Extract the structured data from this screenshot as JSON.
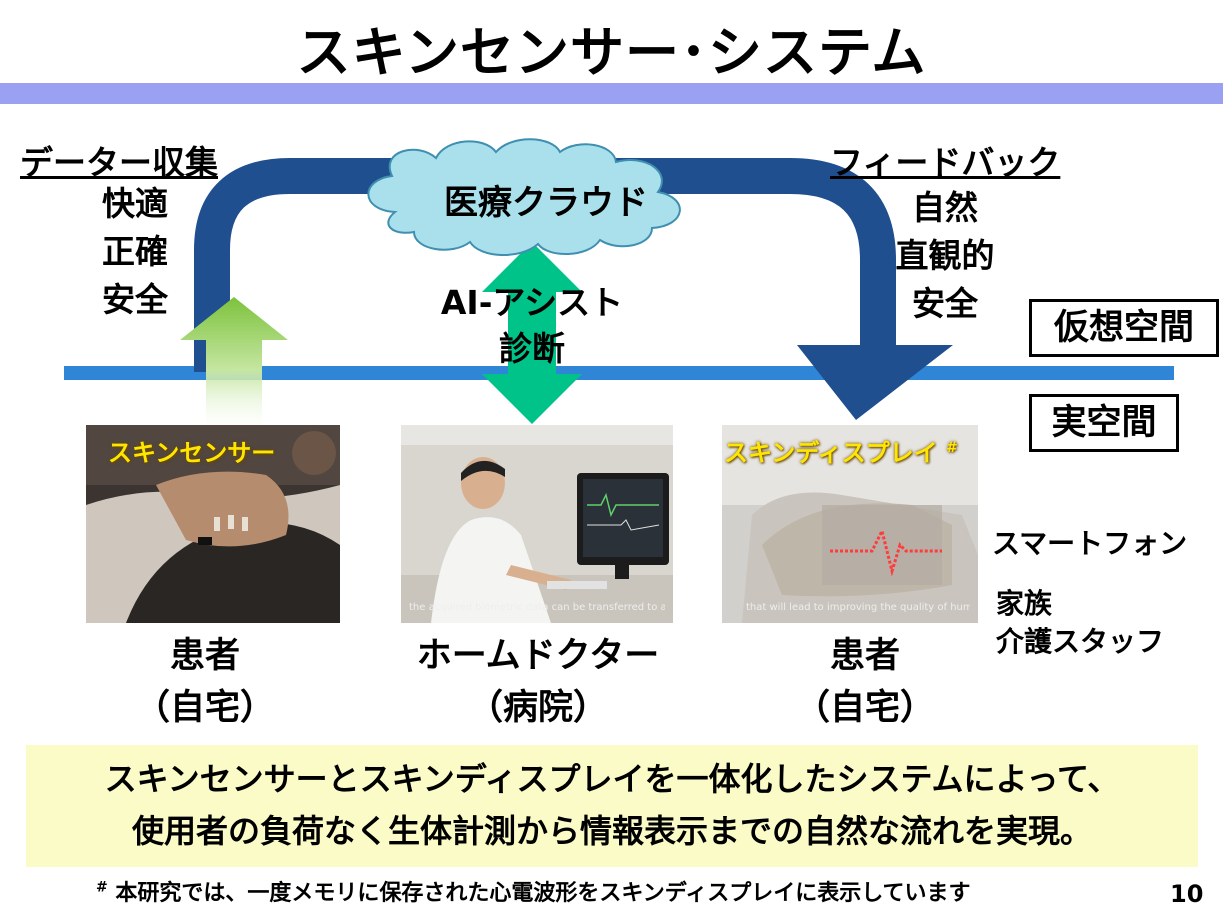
{
  "title": "スキンセンサー･システム",
  "left": {
    "heading": "データー収集",
    "items": [
      "快適",
      "正確",
      "安全"
    ]
  },
  "right": {
    "heading": "フィードバック",
    "items": [
      "自然",
      "直観的",
      "安全"
    ]
  },
  "cloud": {
    "label": "医療クラウド"
  },
  "center": {
    "line1": "AI-アシスト",
    "line2": "診断"
  },
  "space": {
    "virtual": "仮想空間",
    "real": "実空間"
  },
  "photos": {
    "sensor": {
      "label": "スキンセンサー"
    },
    "doctor": {
      "caption": "the acquired biometric data can be transferred to a medic"
    },
    "display": {
      "label": "スキンディスプレイ",
      "mark": "#",
      "caption": "that will lead to improving the quality of human life."
    }
  },
  "people": {
    "left": {
      "line1": "患者",
      "line2": "（自宅）"
    },
    "center": {
      "line1": "ホームドクター",
      "line2": "（病院）"
    },
    "right": {
      "line1": "患者",
      "line2": "（自宅）"
    }
  },
  "side_list": {
    "smartphone": "スマートフォン",
    "family": "家族",
    "care_staff": "介護スタッフ"
  },
  "summary": {
    "line1": "スキンセンサーとスキンディスプレイを一体化したシステムによって、",
    "line2": "使用者の負荷なく生体計測から情報表示までの自然な流れを実現。"
  },
  "footnote": {
    "mark": "#",
    "text": " 本研究では、一度メモリに保存された心電波形をスキンディスプレイに表示しています"
  },
  "page_number": "10",
  "colors": {
    "title_bar": "#9aa0f2",
    "arrow_blue": "#1f4f8f",
    "line_blue": "#2f86d6",
    "green_arrow": "#8ccc4a",
    "teal_arrow": "#00c38a",
    "cloud": "#a9e0ec",
    "summary_bg": "#fbfbc8",
    "photo_label": "#ffe600"
  }
}
